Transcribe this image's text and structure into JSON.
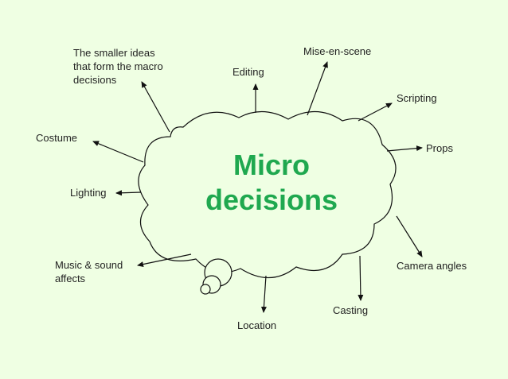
{
  "title": "Micro\ndecisions",
  "colors": {
    "background": "#efffe3",
    "title_text": "#1fa84f",
    "lines": "#111111"
  },
  "labels": {
    "smaller_ideas": "The smaller ideas\nthat form the macro\ndecisions",
    "editing": "Editing",
    "mise_en_scene": "Mise-en-scene",
    "scripting": "Scripting",
    "costume": "Costume",
    "props": "Props",
    "lighting": "Lighting",
    "music_sound": "Music & sound\naffects",
    "camera_angles": "Camera angles",
    "casting": "Casting",
    "location": "Location"
  }
}
